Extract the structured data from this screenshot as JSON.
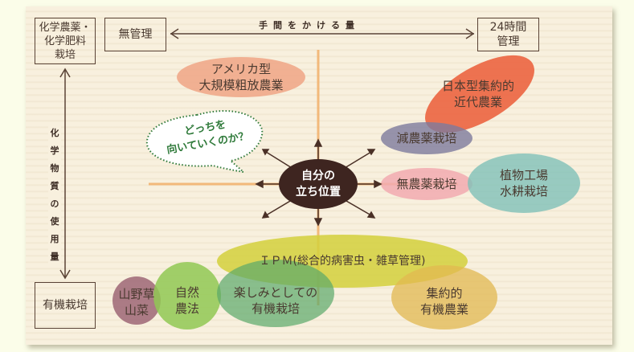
{
  "diagram": {
    "corner_boxes": {
      "top_left": [
        "化学農薬・",
        "化学肥料",
        "栽培"
      ],
      "top_mid": "無管理",
      "top_right": [
        "24時間",
        "管理"
      ],
      "bottom_left": "有機栽培"
    },
    "axis_labels": {
      "horizontal": "手間をかける量",
      "vertical": [
        "化",
        "学",
        "物",
        "質",
        "の",
        "使",
        "用",
        "量"
      ]
    },
    "center": {
      "lines": [
        "自分の",
        "立ち位置"
      ],
      "color": "#3e2520"
    },
    "speech_bubble": {
      "lines": [
        "どっちを",
        "向いていくのか？"
      ],
      "color": "#2f7a3a"
    },
    "blobs": [
      {
        "id": "america",
        "lines": [
          "アメリカ型",
          "大規模粗放農業"
        ],
        "color": "#f0a88a"
      },
      {
        "id": "japan",
        "lines": [
          "日本型集約的",
          "近代農業"
        ],
        "color": "#ec6a48"
      },
      {
        "id": "reduced",
        "lines": [
          "減農薬栽培"
        ],
        "color": "#8d8aa8"
      },
      {
        "id": "no-pesticide",
        "lines": [
          "無農薬栽培"
        ],
        "color": "#f2aab0"
      },
      {
        "id": "plant-factory",
        "lines": [
          "植物工場",
          "水耕栽培"
        ],
        "color": "#8ec8c0"
      },
      {
        "id": "ipm",
        "lines": [
          "ＩＰＭ(総合的病害虫・雑草管理)"
        ],
        "color": "#d6d24a"
      },
      {
        "id": "wild",
        "lines": [
          "山野草",
          "山菜"
        ],
        "color": "#a8707e"
      },
      {
        "id": "natural",
        "lines": [
          "自然",
          "農法"
        ],
        "color": "#98cc5e"
      },
      {
        "id": "hobby",
        "lines": [
          "楽しみとしての",
          "有機栽培"
        ],
        "color": "#6fb070"
      },
      {
        "id": "intensive-organic",
        "lines": [
          "集約的",
          "有機農業"
        ],
        "color": "#e8c66a"
      }
    ],
    "colors": {
      "axis": "#5a4336",
      "cross_line": "#f2b06a"
    }
  }
}
